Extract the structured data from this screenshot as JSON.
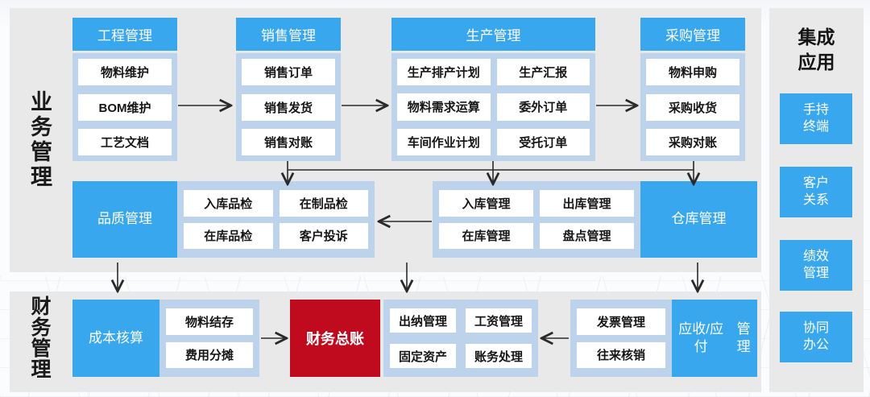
{
  "colors": {
    "module_blue": "#38a7ee",
    "group_light_blue": "#bdd3eb",
    "ledger_red": "#c00b1e",
    "panel_gray": "#e9e9ea",
    "arrow_black": "#2a2a2a"
  },
  "sections": {
    "business": {
      "label": "业务管理"
    },
    "finance": {
      "label": "财务管理"
    }
  },
  "top_columns": [
    {
      "title": "工程管理",
      "items": [
        "物料维护",
        "BOM维护",
        "工艺文档"
      ]
    },
    {
      "title": "销售管理",
      "items": [
        "销售订单",
        "销售发货",
        "销售对账"
      ]
    },
    {
      "title": "生产管理",
      "items": [
        "生产排产计划",
        "生产汇报",
        "物料需求运算",
        "委外订单",
        "车间作业计划",
        "受托订单"
      ]
    },
    {
      "title": "采购管理",
      "items": [
        "物料申购",
        "采购收货",
        "采购对账"
      ]
    }
  ],
  "quality": {
    "title": "品质管理",
    "items": [
      "入库品检",
      "在制品检",
      "在库品检",
      "客户投诉"
    ]
  },
  "warehouse": {
    "title": "仓库管理",
    "items": [
      "入库管理",
      "出库管理",
      "在库管理",
      "盘点管理"
    ]
  },
  "cost": {
    "title": "成本核算",
    "items": [
      "物料结存",
      "费用分摊"
    ]
  },
  "general_ledger": {
    "title": "财务总账"
  },
  "cashier": {
    "items": [
      "出纳管理",
      "工资管理",
      "固定资产",
      "账务处理"
    ]
  },
  "receivable": {
    "title_lines": [
      "应收/应付",
      "管理"
    ],
    "items": [
      "发票管理",
      "往来核销"
    ]
  },
  "integration": {
    "title_lines": [
      "集成",
      "应用"
    ],
    "apps": [
      {
        "lines": [
          "手持",
          "终端"
        ]
      },
      {
        "lines": [
          "客户",
          "关系"
        ]
      },
      {
        "lines": [
          "绩效",
          "管理"
        ]
      },
      {
        "lines": [
          "协同",
          "办公"
        ]
      }
    ]
  }
}
